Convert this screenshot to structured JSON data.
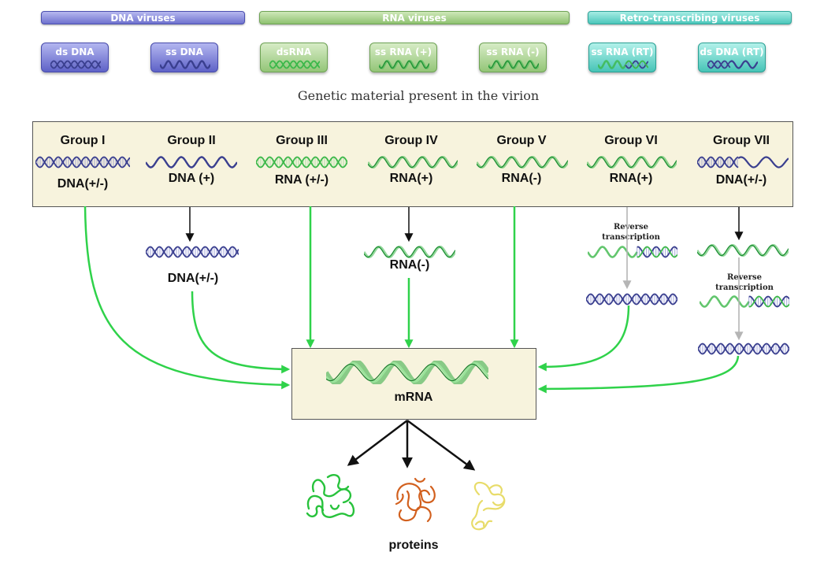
{
  "header": {
    "categories": [
      {
        "label": "DNA viruses"
      },
      {
        "label": "RNA viruses"
      },
      {
        "label": "Retro-transcribing viruses"
      }
    ],
    "types": [
      {
        "label": "ds DNA",
        "strand": "ds-dna"
      },
      {
        "label": "ss DNA",
        "strand": "ss-dna"
      },
      {
        "label": "dsRNA",
        "strand": "ds-rna"
      },
      {
        "label": "ss RNA (+)",
        "strand": "ss-rna"
      },
      {
        "label": "ss RNA (-)",
        "strand": "ss-rna"
      },
      {
        "label": "ss RNA (RT)",
        "strand": "rna-rt"
      },
      {
        "label": "ds DNA (RT)",
        "strand": "dna-rt"
      }
    ],
    "subtitle": "Genetic material present in the virion"
  },
  "groups": [
    {
      "title": "Group I",
      "type": "DNA(+/-)"
    },
    {
      "title": "Group II",
      "type": "DNA (+)"
    },
    {
      "title": "Group III",
      "type": "RNA (+/-)"
    },
    {
      "title": "Group IV",
      "type": "RNA(+)"
    },
    {
      "title": "Group V",
      "type": "RNA(-)"
    },
    {
      "title": "Group VI",
      "type": "RNA(+)"
    },
    {
      "title": "Group VII",
      "type": "DNA(+/-)"
    }
  ],
  "intermediates": {
    "group2": "DNA(+/-)",
    "group4": "RNA(-)",
    "group6_process": "Reverse transcription",
    "group7_process": "Reverse transcription"
  },
  "output": {
    "mrna": "mRNA",
    "proteins": "proteins"
  },
  "colors": {
    "dna_strand": "#3a3f8f",
    "rna_strand": "#3cb84a",
    "green_arrow": "#2fd24a",
    "gray_arrow": "#b5b5b5",
    "black_arrow": "#111111",
    "box_fill": "#f7f3dd",
    "protein_green": "#28c23c",
    "protein_orange": "#d2601e",
    "protein_yellow": "#e8dc6a"
  }
}
